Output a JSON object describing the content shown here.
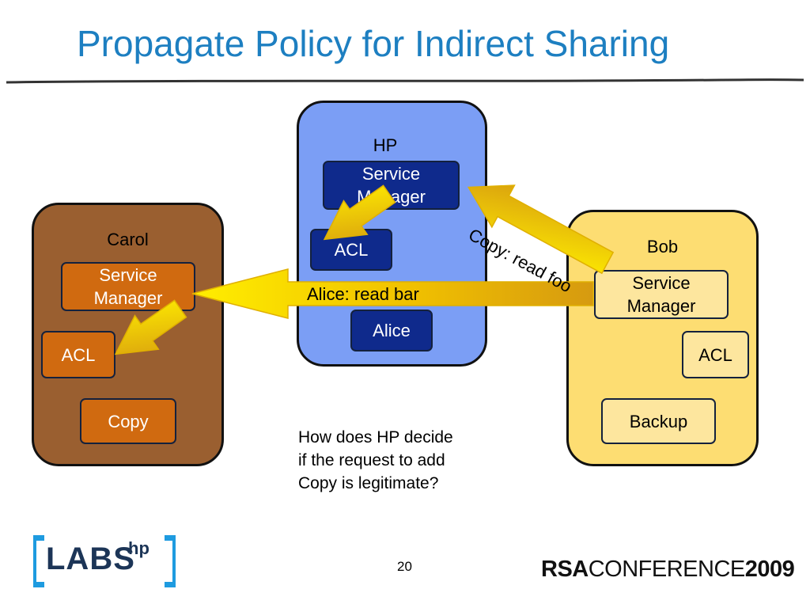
{
  "title": "Propagate Policy for Indirect Sharing",
  "domains": {
    "carol": {
      "label": "Carol",
      "service_manager": "Service\nManager",
      "acl": "ACL",
      "copy": "Copy"
    },
    "hp": {
      "label": "HP",
      "service_manager": "Service\nManager",
      "acl": "ACL",
      "alice": "Alice"
    },
    "bob": {
      "label": "Bob",
      "service_manager": "Service\nManager",
      "acl": "ACL",
      "backup": "Backup"
    }
  },
  "arrows": {
    "bob_to_carol": "Alice: read bar",
    "bob_to_hp": "Copy: read foo"
  },
  "question": "How does HP decide\nif the request to add\nCopy is legitimate?",
  "page_number": "20",
  "footer": {
    "left_logo": "LABS",
    "left_logo_superscript": "hp",
    "right_logo_prefix": "RSA",
    "right_logo_middle": "CONFERENCE",
    "right_logo_year": "2009"
  },
  "colors": {
    "title": "#1d7fc1",
    "carol_domain": "#9a5f30",
    "hp_domain": "#7b9ef5",
    "bob_domain": "#fddd72",
    "arrow": "#f2d400"
  }
}
